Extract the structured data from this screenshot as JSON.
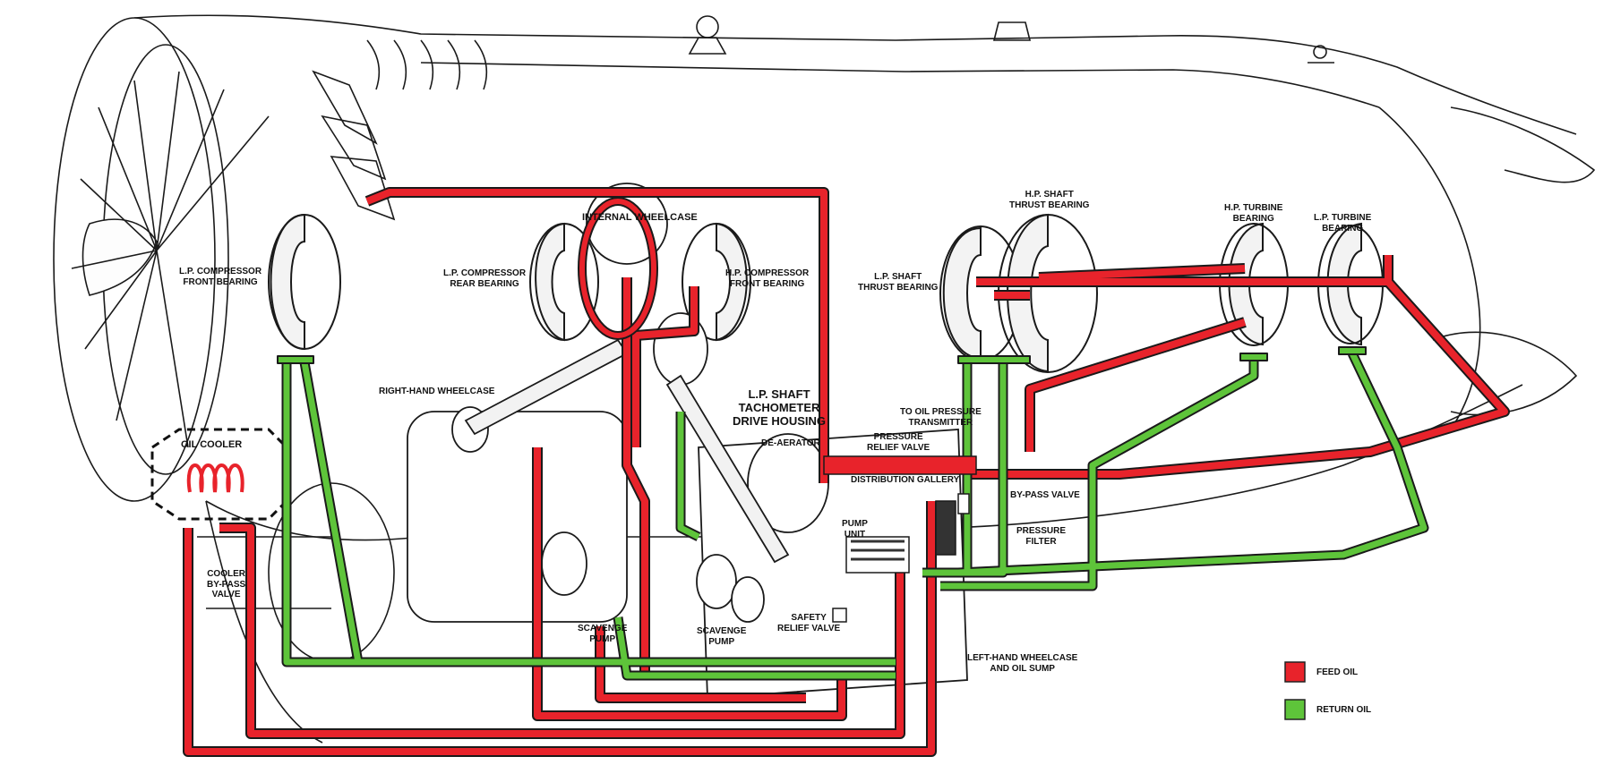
{
  "colors": {
    "feed": "#e8232b",
    "return": "#5ec43a",
    "return_light": "#c9e65a",
    "outline": "#1a1a1a"
  },
  "labels": {
    "lp_compressor_front_bearing": [
      "L.P. COMPRESSOR",
      "FRONT BEARING"
    ],
    "internal_wheelcase": "INTERNAL WHEELCASE",
    "lp_compressor_rear_bearing": [
      "L.P. COMPRESSOR",
      "REAR BEARING"
    ],
    "hp_compressor_front_bearing": [
      "H.P. COMPRESSOR",
      "FRONT BEARING"
    ],
    "hp_shaft_thrust_bearing": [
      "H.P. SHAFT",
      "THRUST BEARING"
    ],
    "lp_shaft_thrust_bearing": [
      "L.P. SHAFT",
      "THRUST BEARING"
    ],
    "hp_turbine_bearing": [
      "H.P. TURBINE",
      "BEARING"
    ],
    "lp_turbine_bearing": [
      "L.P. TURBINE",
      "BEARING"
    ],
    "right_hand_wheelcase": "RIGHT-HAND WHEELCASE",
    "lp_shaft_tachometer": [
      "L.P. SHAFT",
      "TACHOMETER",
      "DRIVE HOUSING"
    ],
    "to_oil_pressure_transmitter": [
      "TO OIL PRESSURE",
      "TRANSMITTER"
    ],
    "pressure_relief_valve": [
      "PRESSURE",
      "RELIEF VALVE"
    ],
    "de_aerator": "DE-AERATOR",
    "distribution_gallery": "DISTRIBUTION GALLERY",
    "by_pass_valve": "BY-PASS VALVE",
    "pressure_filter": [
      "PRESSURE",
      "FILTER"
    ],
    "pump_unit": [
      "PUMP",
      "UNIT"
    ],
    "oil_cooler": "OIL COOLER",
    "cooler_bypass_valve": [
      "COOLER",
      "BY-PASS",
      "VALVE"
    ],
    "scavenge_pump_right": [
      "SCAVENGE",
      "PUMP"
    ],
    "scavenge_pump_left": [
      "SCAVENGE",
      "PUMP"
    ],
    "safety_relief_valve": [
      "SAFETY",
      "RELIEF VALVE"
    ],
    "left_hand_wheelcase": [
      "LEFT-HAND WHEELCASE",
      "AND OIL SUMP"
    ]
  },
  "legend": [
    {
      "name": "FEED OIL",
      "color": "#e8232b"
    },
    {
      "name": "RETURN OIL",
      "color": "#5ec43a"
    }
  ]
}
